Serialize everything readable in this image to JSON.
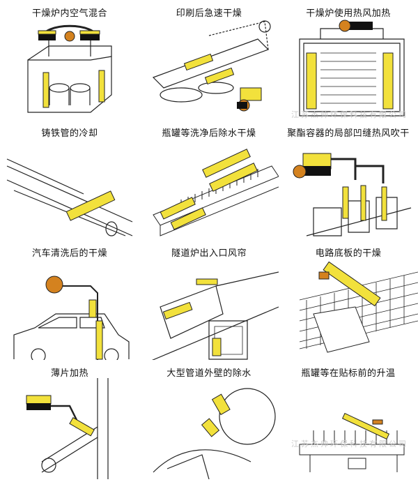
{
  "captions": [
    "干燥炉内空气混合",
    "印刷后急速干燥",
    "干燥炉使用热风加热",
    "铸铁管的冷却",
    "瓶罐等洗净后除水干燥",
    "聚酯容器的局部凹缝热风吹干",
    "汽车清洗后的干燥",
    "隧道炉出入口风帘",
    "电路底板的干燥",
    "薄片加热",
    "大型管道外壁的除水",
    "瓶罐等在贴标前的升温"
  ],
  "watermarks": [
    "江苏杰帅环保科技有限公司",
    "江苏杰帅环保科技有限公司"
  ],
  "colors": {
    "nozzle": "#f2e13c",
    "blower": "#d4821f",
    "stroke": "#222222"
  }
}
